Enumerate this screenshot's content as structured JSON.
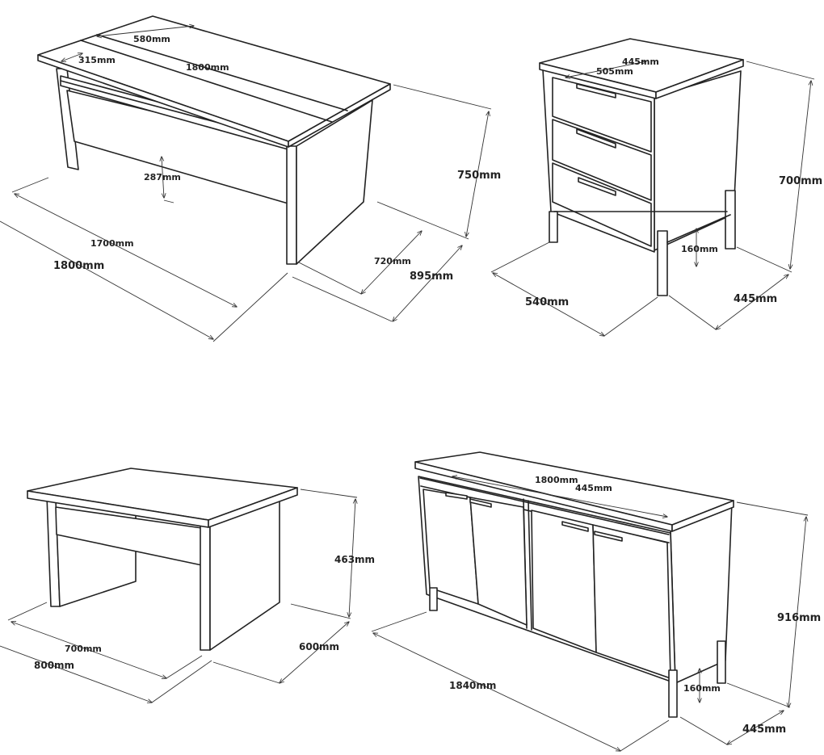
{
  "desk": {
    "width_top": "580mm",
    "inner_gap": "315mm",
    "length_top": "1800mm",
    "modesty_gap": "287mm",
    "inner_length": "1700mm",
    "length": "1800mm",
    "height": "750mm",
    "inner_depth": "720mm",
    "depth": "895mm"
  },
  "drawer_unit": {
    "top_depth": "445mm",
    "top_width": "505mm",
    "height": "700mm",
    "leg_height": "160mm",
    "width": "540mm",
    "depth": "445mm"
  },
  "small_desk": {
    "height": "463mm",
    "inner_length": "700mm",
    "length": "800mm",
    "depth": "600mm"
  },
  "sideboard": {
    "top_length": "1800mm",
    "top_depth": "445mm",
    "height": "916mm",
    "length": "1840mm",
    "leg_height": "160mm",
    "depth": "445mm"
  }
}
